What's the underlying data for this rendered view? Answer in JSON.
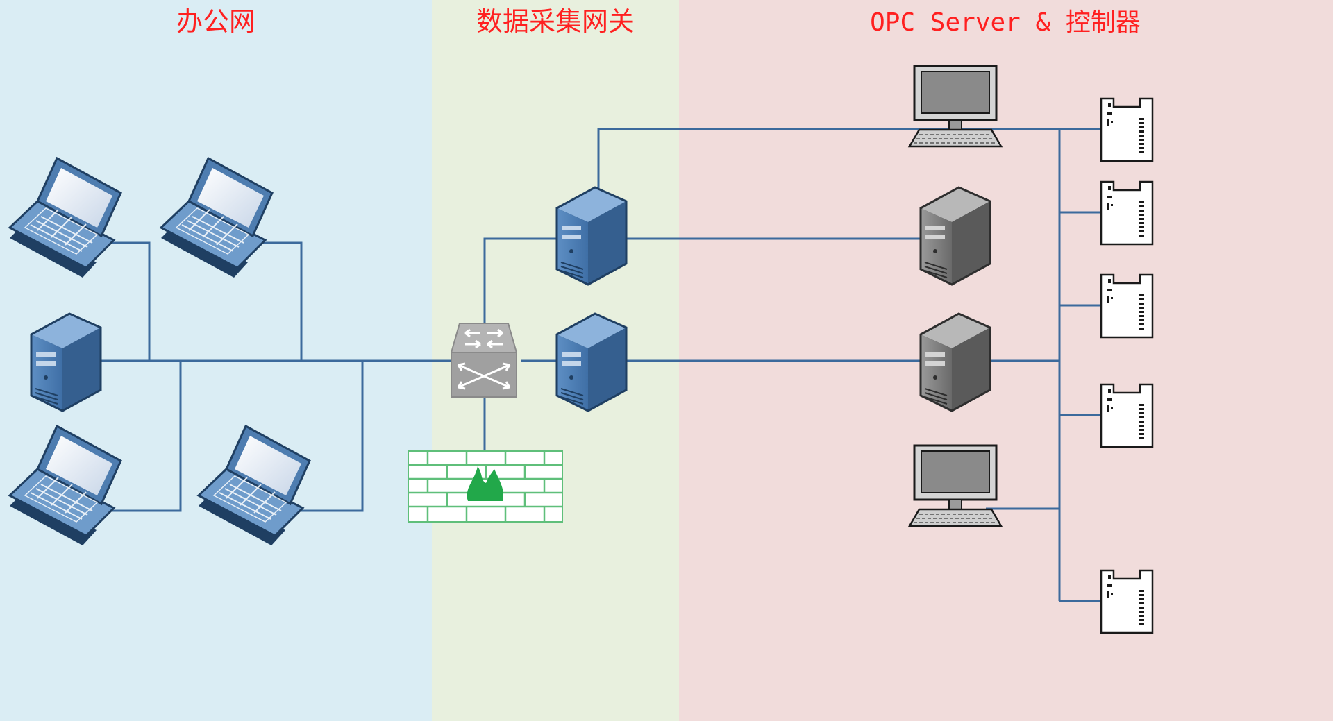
{
  "zones": {
    "office": {
      "title": "办公网",
      "bg": "#daedf4"
    },
    "gateway": {
      "title": "数据采集网关",
      "bg": "#e8f0de"
    },
    "control": {
      "title": "OPC Server & 控制器",
      "bg": "#f1dcdb"
    }
  },
  "colors": {
    "title_red": "#ff2020",
    "link_line": "#3c6a9c",
    "firewall_green": "#22a84a"
  },
  "devices": {
    "office": [
      "laptop-icon",
      "laptop-icon",
      "server-tower-icon",
      "laptop-icon",
      "laptop-icon"
    ],
    "gateway": [
      "switch-icon",
      "server-tower-icon",
      "server-tower-icon",
      "firewall-icon"
    ],
    "control": [
      "workstation-icon",
      "server-tower-icon",
      "server-tower-icon",
      "workstation-icon",
      "controller-icon",
      "controller-icon",
      "controller-icon",
      "controller-icon",
      "controller-icon"
    ]
  }
}
